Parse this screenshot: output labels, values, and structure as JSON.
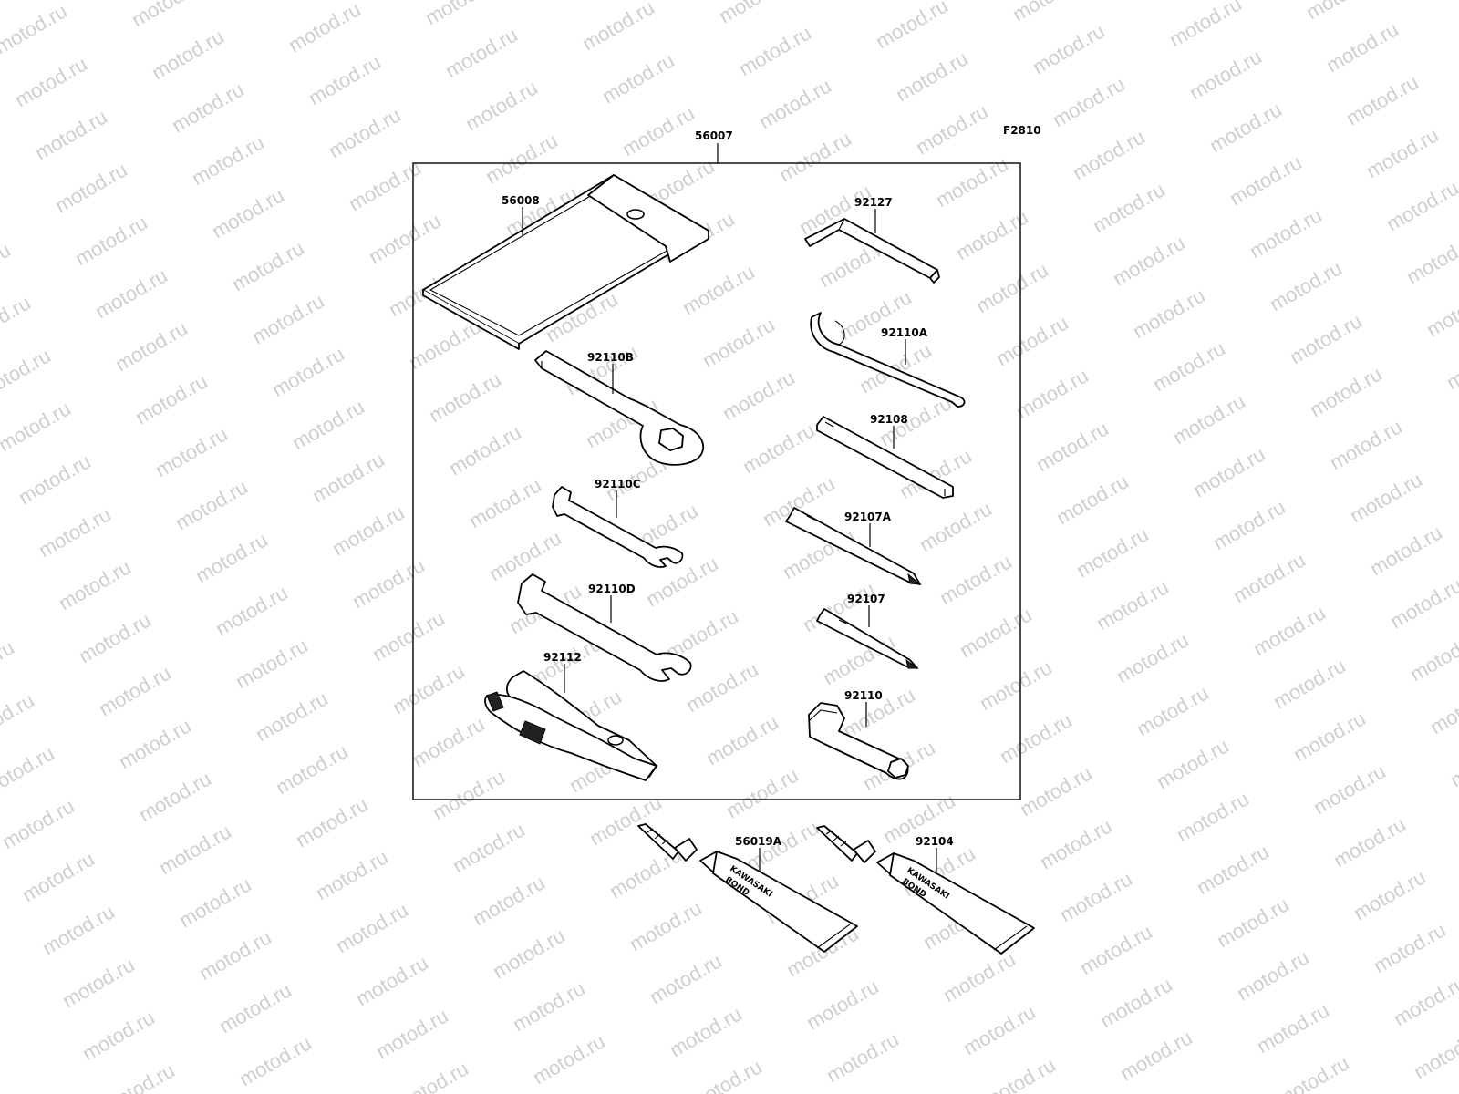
{
  "diagram_code": "F2810",
  "watermark": "motod.ru",
  "kit": {
    "part_number": "56007"
  },
  "parts": [
    {
      "id": "56008",
      "label": "56008",
      "icon": "tool-pouch-icon"
    },
    {
      "id": "92127",
      "label": "92127",
      "icon": "hex-key-icon"
    },
    {
      "id": "92110A",
      "label": "92110A",
      "icon": "hook-spanner-icon"
    },
    {
      "id": "92110B",
      "label": "92110B",
      "icon": "box-wrench-icon"
    },
    {
      "id": "92108",
      "label": "92108",
      "icon": "flat-spanner-icon"
    },
    {
      "id": "92110C",
      "label": "92110C",
      "icon": "open-end-wrench-small-icon"
    },
    {
      "id": "92107A",
      "label": "92107A",
      "icon": "screwdriver-bit-long-icon"
    },
    {
      "id": "92110D",
      "label": "92110D",
      "icon": "open-end-wrench-large-icon"
    },
    {
      "id": "92107",
      "label": "92107",
      "icon": "screwdriver-bit-short-icon"
    },
    {
      "id": "92112",
      "label": "92112",
      "icon": "pliers-icon"
    },
    {
      "id": "92110",
      "label": "92110",
      "icon": "spark-plug-wrench-icon"
    },
    {
      "id": "56019A",
      "label": "56019A",
      "icon": "sealant-tube-icon"
    },
    {
      "id": "92104",
      "label": "92104",
      "icon": "sealant-tube-icon"
    }
  ],
  "tube_text": {
    "brand": "KAWASAKI",
    "product": "BOND"
  }
}
